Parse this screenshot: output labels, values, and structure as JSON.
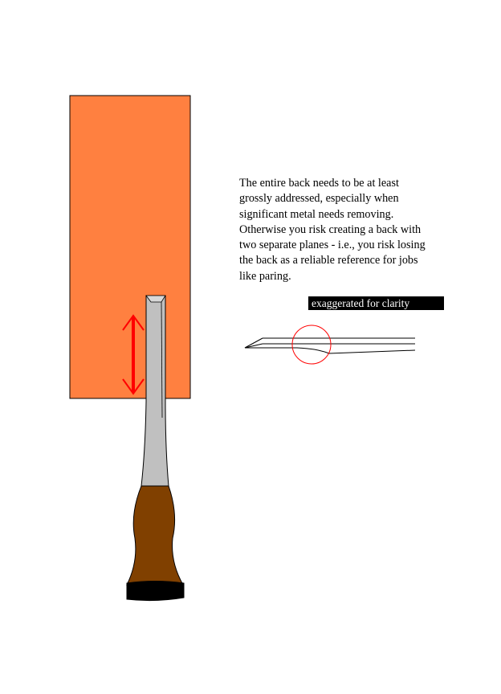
{
  "caption": {
    "lines": [
      "The entire back needs to be at least",
      "grossly addressed, especially when",
      "significant metal needs removing.",
      "Otherwise you risk creating a back with",
      "two separate planes - i.e., you risk losing",
      "the back as a reliable reference for jobs",
      "like paring."
    ]
  },
  "tag": {
    "text": "exaggerated for clarity"
  },
  "colors": {
    "board": "#ff8040",
    "steel": "#c0c0c0",
    "handle": "#804000",
    "ferrule": "#000000",
    "arrow": "#ff0000",
    "highlight_circle": "#ff0000"
  }
}
